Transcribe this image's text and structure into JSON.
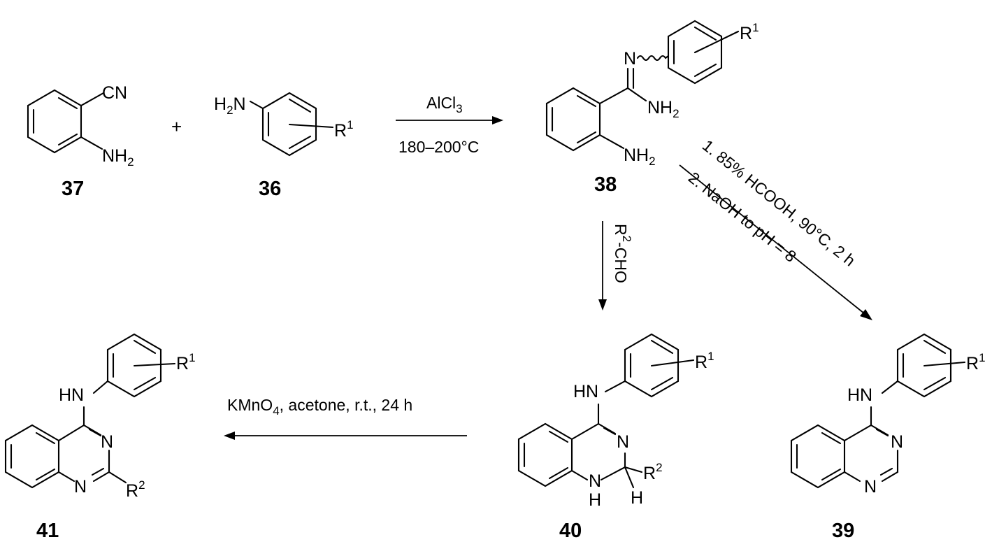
{
  "compounds": {
    "c37": {
      "id": "37",
      "groups": {
        "cn": "CN",
        "nh2": "NH",
        "nh2_sub": "2"
      }
    },
    "c36": {
      "id": "36",
      "groups": {
        "h2n_h": "H",
        "h2n_sub": "2",
        "h2n_n": "N",
        "r": "R",
        "r_sup": "1"
      }
    },
    "c38": {
      "id": "38",
      "groups": {
        "imine_n": "N",
        "r": "R",
        "r_sup": "1",
        "amid_nh2": "NH",
        "amid_sub": "2",
        "nh2": "NH",
        "nh2_sub": "2"
      }
    },
    "c40": {
      "id": "40",
      "groups": {
        "hn": "HN",
        "r1": "R",
        "r1_sup": "1",
        "n3": "N",
        "r2": "R",
        "r2_sup": "2",
        "n1": "N",
        "n1_h": "H",
        "c2_h": "H"
      }
    },
    "c39": {
      "id": "39",
      "groups": {
        "hn": "HN",
        "r1": "R",
        "r1_sup": "1",
        "n3": "N",
        "n1": "N"
      }
    },
    "c41": {
      "id": "41",
      "groups": {
        "hn": "HN",
        "r1": "R",
        "r1_sup": "1",
        "n3": "N",
        "n1": "N",
        "r2": "R",
        "r2_sup": "2"
      }
    }
  },
  "plus_sign": "+",
  "reactions": {
    "step1": {
      "reagent_main": "AlCl",
      "reagent_sub": "3",
      "temperature": "180–200°C"
    },
    "step2": {
      "reagent_r": "R",
      "reagent_sup": "2",
      "reagent_rest": "-CHO"
    },
    "step3": {
      "line1": "1. 85% HCOOH, 90°C, 2 h",
      "line2": "2. NaOH to pH = 8"
    },
    "step4": {
      "part_a": "KMnO",
      "part_sub": "4",
      "part_b": ", acetone, r.t., 24 h"
    }
  }
}
